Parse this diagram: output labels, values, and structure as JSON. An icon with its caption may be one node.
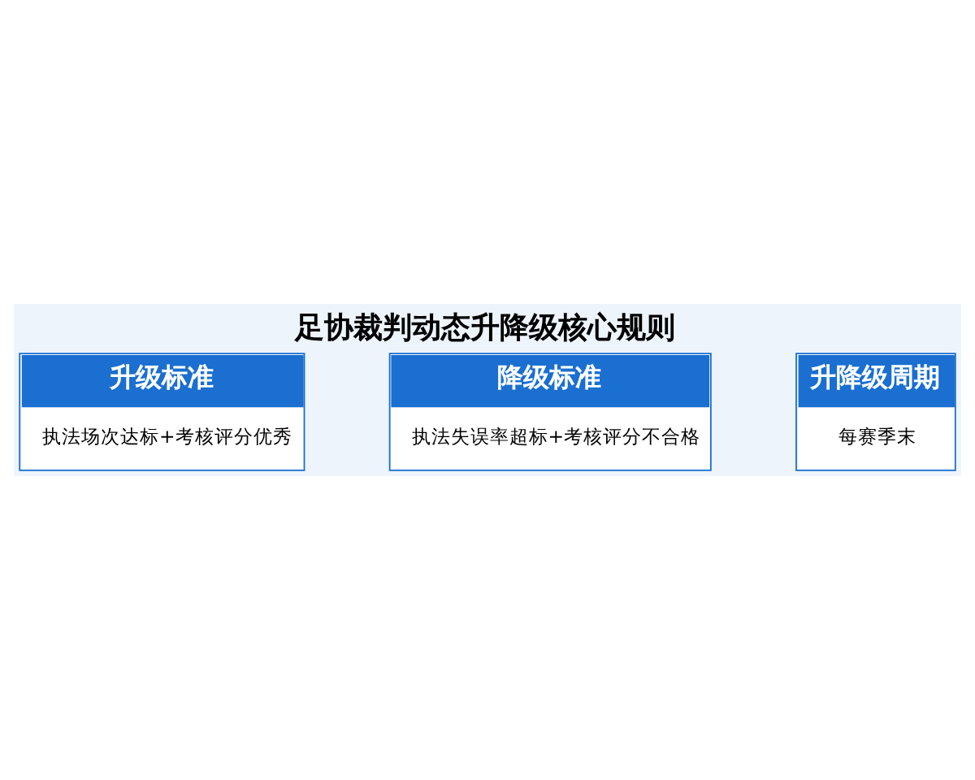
{
  "diagram": {
    "title": "足协裁判动态升降级核心规则",
    "nodes": [
      {
        "text": [
          "升级标准",
          "执法场次达标+考核评分优秀"
        ]
      },
      {
        "text": [
          "降级标准",
          "执法失误率超标+考核评分不合格"
        ]
      },
      {
        "text": [
          "升降级周期",
          "每赛季末"
        ]
      }
    ]
  }
}
